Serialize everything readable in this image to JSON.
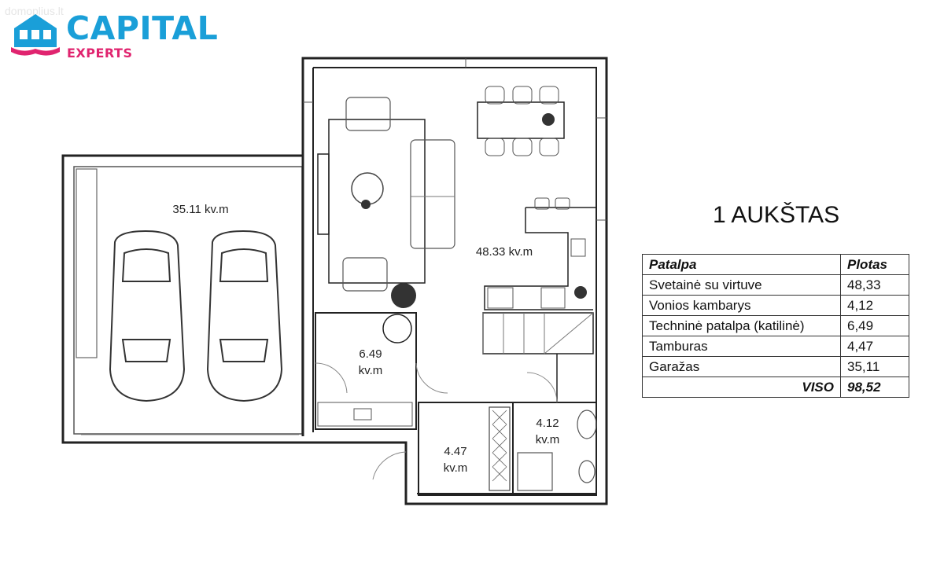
{
  "watermark": "domoplius.lt",
  "logo": {
    "name": "CAPITAL",
    "sub": "EXPERTS",
    "blue": "#1a9fd8",
    "pink": "#e0246f"
  },
  "floor_title": "1 AUKŠTAS",
  "room_labels": {
    "garage": "35.11 kv.m",
    "living": "48.33 kv.m",
    "technical_1": "6.49",
    "technical_2": "kv.m",
    "vestibule_1": "4.47",
    "vestibule_2": "kv.m",
    "bathroom_1": "4.12",
    "bathroom_2": "kv.m"
  },
  "table": {
    "headers": {
      "room": "Patalpa",
      "area": "Plotas"
    },
    "rows": [
      {
        "room": "Svetainė su virtuve",
        "area": "48,33"
      },
      {
        "room": "Vonios kambarys",
        "area": "4,12"
      },
      {
        "room": "Techninė patalpa (katilinė)",
        "area": "6,49"
      },
      {
        "room": "Tamburas",
        "area": "4,47"
      },
      {
        "room": "Garažas",
        "area": "35,11"
      }
    ],
    "total": {
      "label": "VISO",
      "area": "98,52"
    }
  }
}
